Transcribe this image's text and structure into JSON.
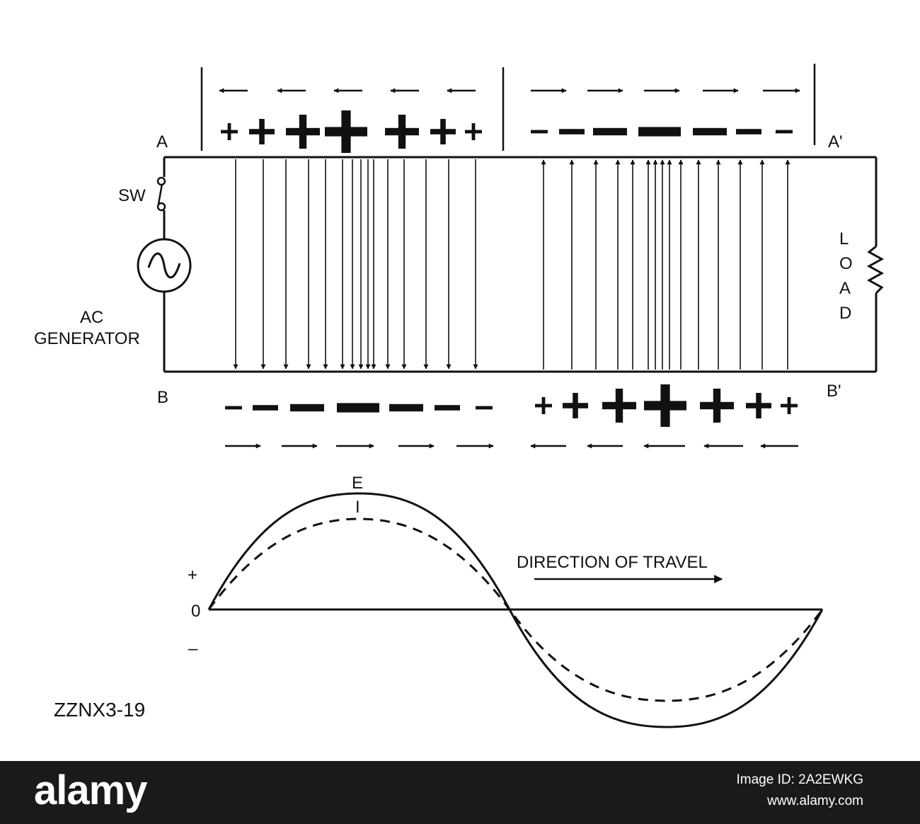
{
  "labels": {
    "a": "A",
    "a_prime": "A'",
    "b": "B",
    "b_prime": "B'",
    "switch": "SW",
    "generator_line1": "AC",
    "generator_line2": "GENERATOR",
    "load": [
      "L",
      "O",
      "A",
      "D"
    ],
    "voltage_curve": "E",
    "current_curve": "I",
    "plus_axis": "+",
    "zero_axis": "0",
    "minus_axis": "–",
    "direction": "DIRECTION OF TRAVEL",
    "figure_id": "ZZNX3-19"
  },
  "top_plus_signs": [
    1,
    2,
    3,
    4,
    3,
    2,
    1
  ],
  "top_minus_signs": [
    1,
    2,
    3,
    4,
    3,
    2,
    1
  ],
  "bottom_minus_signs": [
    1,
    2,
    3,
    4,
    3,
    2,
    1
  ],
  "bottom_plus_signs": [
    1,
    2,
    3,
    4,
    3,
    2,
    1
  ],
  "footer": {
    "brand": "alamy",
    "image_id": "Image ID: 2A2EWKG",
    "url": "www.alamy.com"
  },
  "colors": {
    "ink": "#111111",
    "footer_bg": "#1a1a1a",
    "footer_text": "#ffffff"
  }
}
